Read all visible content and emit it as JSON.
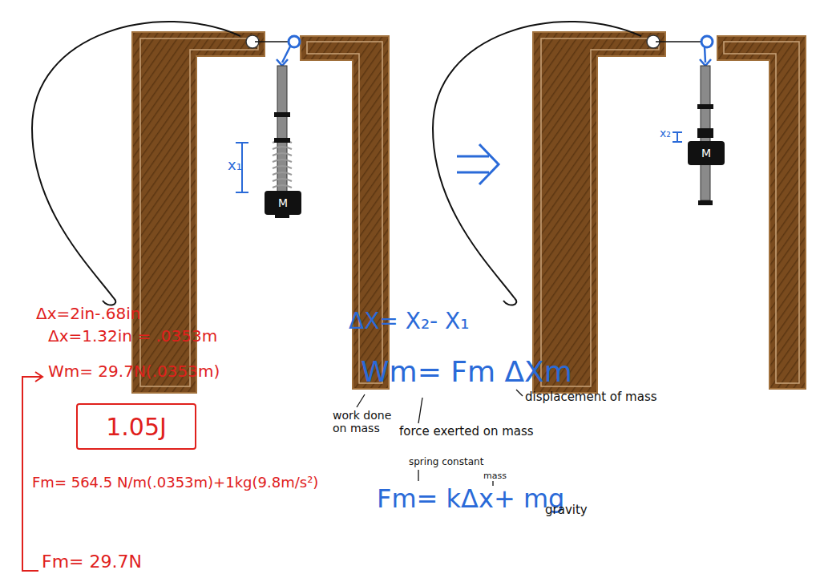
{
  "diagram": {
    "nodes": [
      {
        "text": [
          "M"
        ]
      },
      {
        "text": [
          "M"
        ]
      },
      {
        "text": [
          "1.05J"
        ]
      }
    ],
    "labels": [
      "x₁",
      "x₂",
      "Δx=2in-.68in",
      "Δx=1.32in = .0353m",
      "Wm= 29.7N(.0353m)",
      "Fm= 564.5 N/m(.0353m)+1kg(9.8m/s²)",
      "Fm= 29.7N",
      "ΔX= X₂- X₁",
      "Wm= Fm ΔXm",
      "displacement of mass",
      "work done on mass",
      "force exerted on mass",
      "spring constant",
      "mass",
      "Fm= kΔx+ mg",
      "gravity"
    ]
  }
}
